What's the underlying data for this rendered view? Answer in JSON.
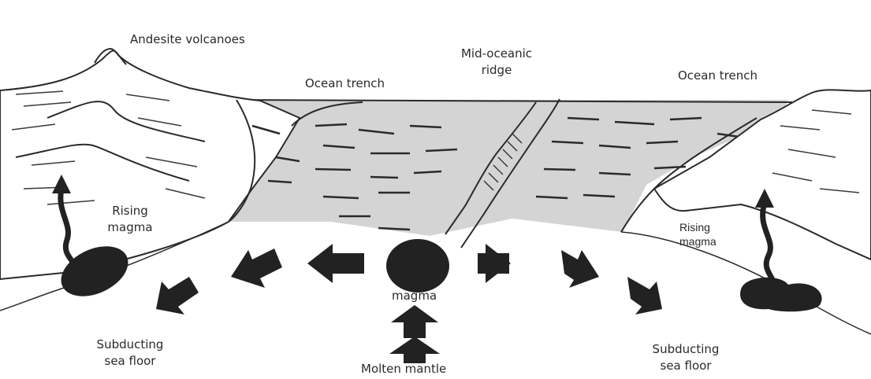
{
  "labels": {
    "andesite_volcanoes": "Andesite volcanoes",
    "ocean_trench_left": "Ocean trench",
    "mid_oceanic_ridge_line1": "Mid-oceanic",
    "mid_oceanic_ridge_line2": "ridge",
    "ocean_trench_right": "Ocean trench",
    "rising_magma_left_line1": "Rising",
    "rising_magma_left_line2": "magma",
    "rising_magma_right_line1": "Rising",
    "rising_magma_right_line2": "magma",
    "magma": "magma",
    "subducting_left_line1": "Subducting",
    "subducting_left_line2": "sea floor",
    "subducting_right_line1": "Subducting",
    "subducting_right_line2": "sea floor",
    "molten_mantle": "Molten mantle"
  },
  "colors": {
    "ocean_floor": "#d4d4d4",
    "ink": "#1f1f1f",
    "magma": "#222222",
    "background": "#ffffff"
  }
}
